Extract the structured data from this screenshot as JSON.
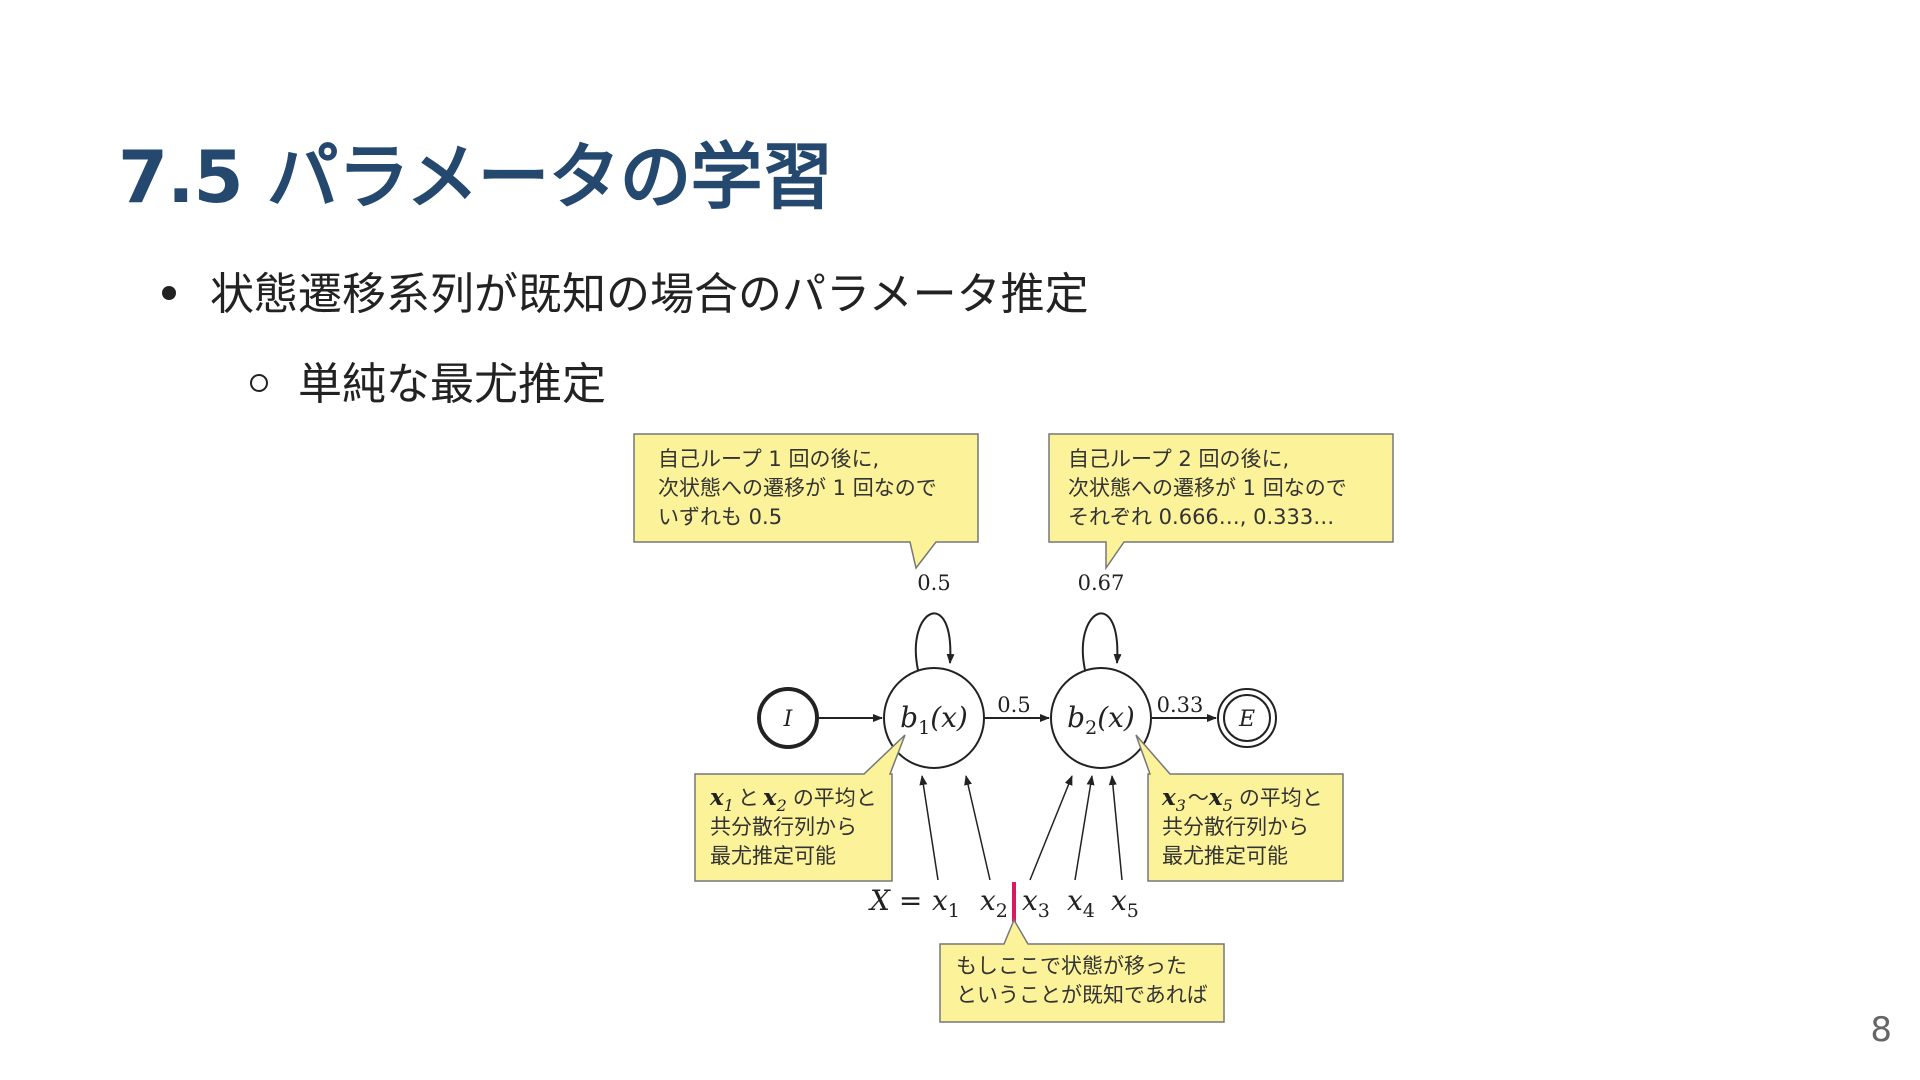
{
  "slide": {
    "title": "7.5 パラメータの学習",
    "bullet1": "状態遷移系列が既知の場合のパラメータ推定",
    "bullet2": "単純な最尤推定",
    "page_number": "8"
  },
  "diagram": {
    "callout_left": [
      "自己ループ 1 回の後に,",
      "次状態への遷移が 1 回なので",
      "いずれも 0.5"
    ],
    "callout_right": [
      "自己ループ 2 回の後に,",
      "次状態への遷移が 1 回なので",
      "それぞれ 0.666…, 0.333…"
    ],
    "callout_state1": [
      "の平均と",
      "共分散行列から",
      "最尤推定可能"
    ],
    "callout_state2": [
      "の平均と",
      "共分散行列から",
      "最尤推定可能"
    ],
    "callout_bottom": [
      "もしここで状態が移った",
      "ということが既知であれば"
    ],
    "self_loop_1": "0.5",
    "self_loop_2": "0.67",
    "transition_1_2": "0.5",
    "transition_2_end": "0.33",
    "start_label": "I",
    "end_label": "E",
    "state1": {
      "b": "b",
      "sub": "1",
      "arg": "(x)"
    },
    "state2": {
      "b": "b",
      "sub": "2",
      "arg": "(x)"
    },
    "sequence_prefix": "X =",
    "observations": [
      {
        "x": "x",
        "sub": "1"
      },
      {
        "x": "x",
        "sub": "2"
      },
      {
        "x": "x",
        "sub": "3"
      },
      {
        "x": "x",
        "sub": "4"
      },
      {
        "x": "x",
        "sub": "5"
      }
    ],
    "connective_and": "と",
    "connective_tilde": "～",
    "colors": {
      "callout_fill": "#fbf29a",
      "callout_stroke": "#777777",
      "marker": "#d81b60"
    }
  }
}
